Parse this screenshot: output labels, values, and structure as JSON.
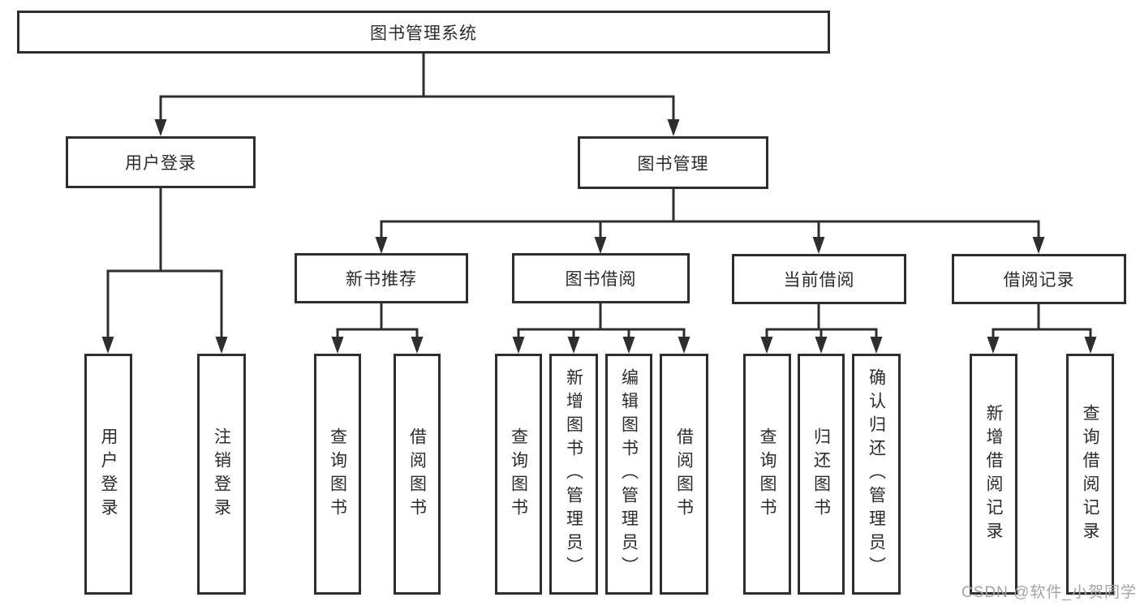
{
  "colors": {
    "line": "#2e2e2e",
    "text": "#2b2b2b",
    "watermark": "#a3a3a3"
  },
  "nodes": {
    "root": "图书管理系统",
    "level2": {
      "user_login": "用户登录",
      "book_mgmt": "图书管理"
    },
    "level3": {
      "new_books": "新书推荐",
      "book_borrow": "图书借阅",
      "current_borrow": "当前借阅",
      "borrow_records": "借阅记录"
    },
    "leaves": {
      "user_login": "用户登录",
      "logout": "注销登录",
      "nb_query": "查询图书",
      "nb_borrow": "借阅图书",
      "bw_query": "查询图书",
      "bw_add": "新增图书（管理员）",
      "bw_edit": "编辑图书（管理员）",
      "bw_borrow": "借阅图书",
      "cur_query": "查询图书",
      "cur_return": "归还图书",
      "cur_confirm": "确认归还（管理员）",
      "rec_add": "新增借阅记录",
      "rec_query": "查询借阅记录"
    }
  },
  "watermark": {
    "text": "CSDN @软件_小贺同学"
  }
}
